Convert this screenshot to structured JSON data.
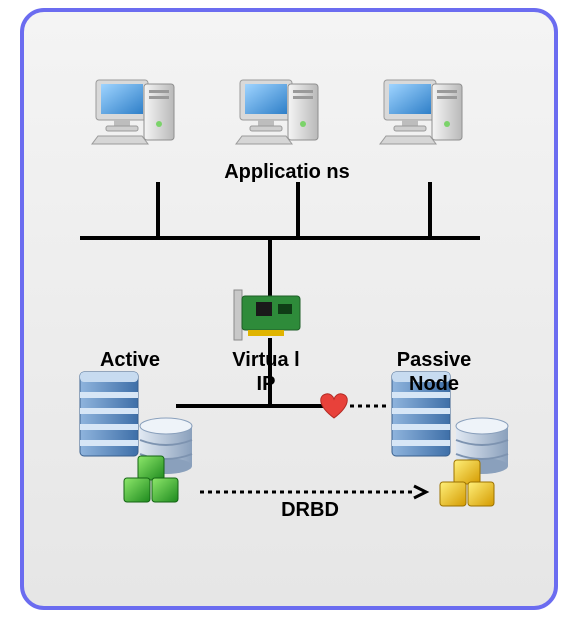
{
  "labels": {
    "applications": "Applicatio ns",
    "active": "Active",
    "virtual_ip": "Virtua l IP",
    "passive": "Passive Node",
    "drbd": "DRBD"
  },
  "colors": {
    "frame_border": "#6b6cf0",
    "frame_fill": "#ececec",
    "monitor_blue": "#4a9ad8",
    "server_blue": "#5f8fc4",
    "green_cubes": "#2fa12f",
    "yellow_cubes": "#e2b000",
    "heart": "#e8413a",
    "nic_green": "#2e8b3a"
  },
  "icons": [
    "desktop-computer-icon",
    "network-card-icon",
    "server-icon",
    "database-icon",
    "cubes-icon",
    "heart-icon"
  ]
}
